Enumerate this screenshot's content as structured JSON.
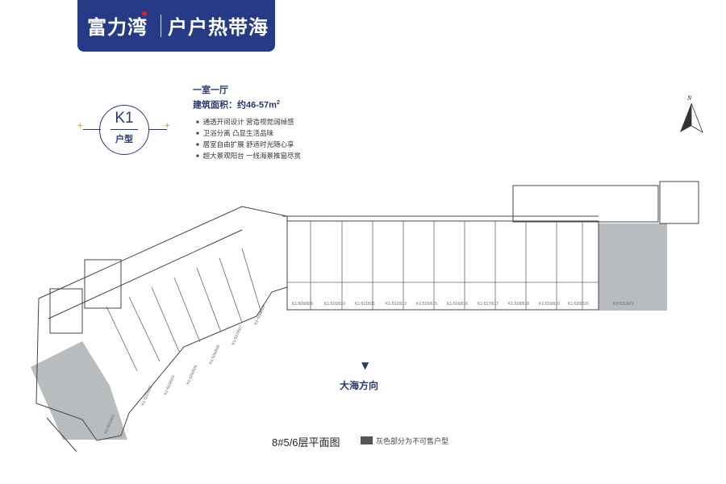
{
  "brand": {
    "name": "富力湾",
    "project": "户户热带海",
    "colors": {
      "banner": "#273a86",
      "accent": "#d6232a"
    }
  },
  "unit": {
    "layout": "一室一厅",
    "area_label": "建筑面积：约46-57m",
    "area_sup": "2",
    "code": "K1",
    "type_label": "户型"
  },
  "features": [
    "通透开间设计 营造视觉阔绰感",
    "卫浴分离 凸显生活品味",
    "居室自由扩展 舒适时光随心享",
    "超大景观阳台 一线海景推窗尽赏"
  ],
  "plan": {
    "compass": "N",
    "sea_direction": "大海方向",
    "caption": "8#5/6层平面图",
    "legend": "灰色部分为不可售户型",
    "colors": {
      "unsellable": "#b9bcbf",
      "line": "#444444",
      "legend": "#555555"
    },
    "wing_labels": [
      "K1-509/609",
      "K1-510/610",
      "K1-511/611",
      "K1-512/612",
      "K1-515/615",
      "K1-516/616",
      "K1-517/617",
      "K1-518/618",
      "K1-519/619",
      "K1-520/620",
      "K3-521/621"
    ],
    "slant_labels": [
      "K2-501/601",
      "K1-502/602",
      "K1-503/603",
      "K1-505/605",
      "K1-506/606",
      "K1-507/607",
      "K1-508/608"
    ]
  }
}
